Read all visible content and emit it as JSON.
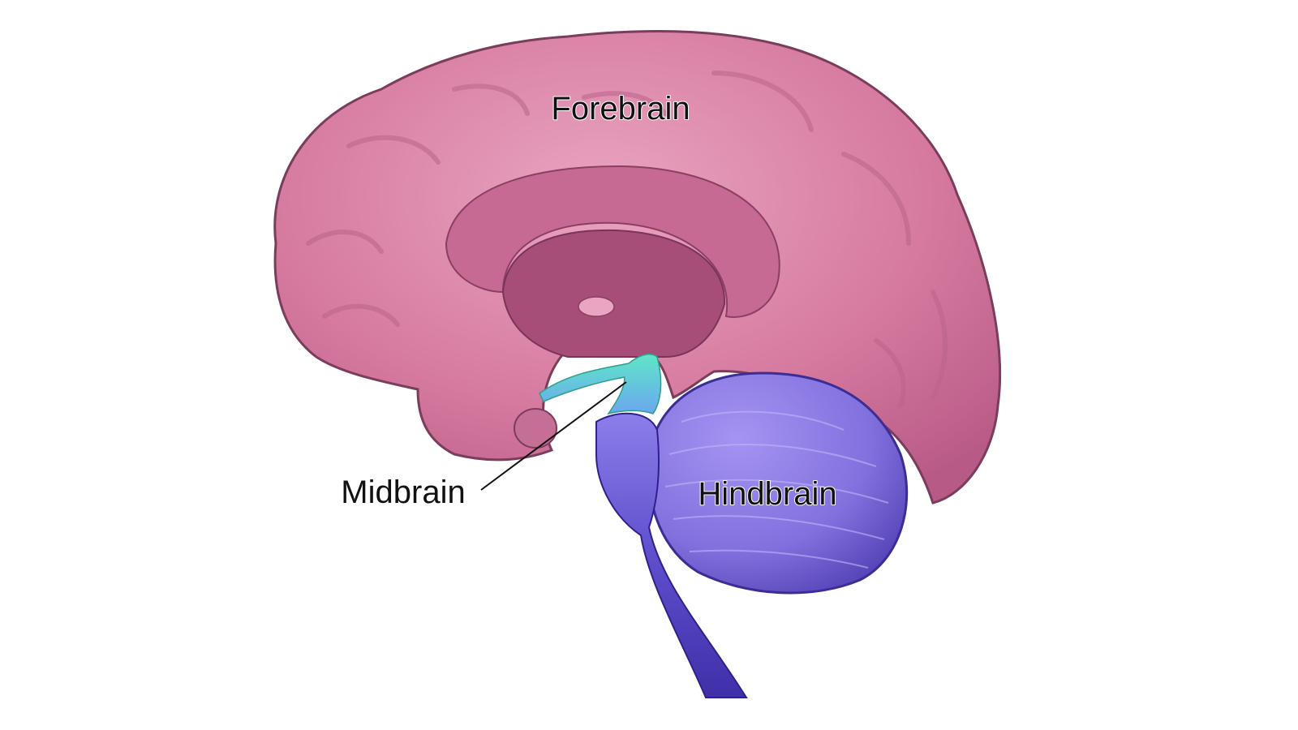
{
  "labels": {
    "forebrain": "Forebrain",
    "midbrain": "Midbrain",
    "hindbrain": "Hindbrain"
  },
  "colors": {
    "forebrain": "#d67aa0",
    "forebrain_inner": "#b35a82",
    "midbrain": "#4fd9bf",
    "hindbrain": "#8c79e6",
    "brainstem": "#5a4bc4",
    "background": "#ffffff"
  }
}
